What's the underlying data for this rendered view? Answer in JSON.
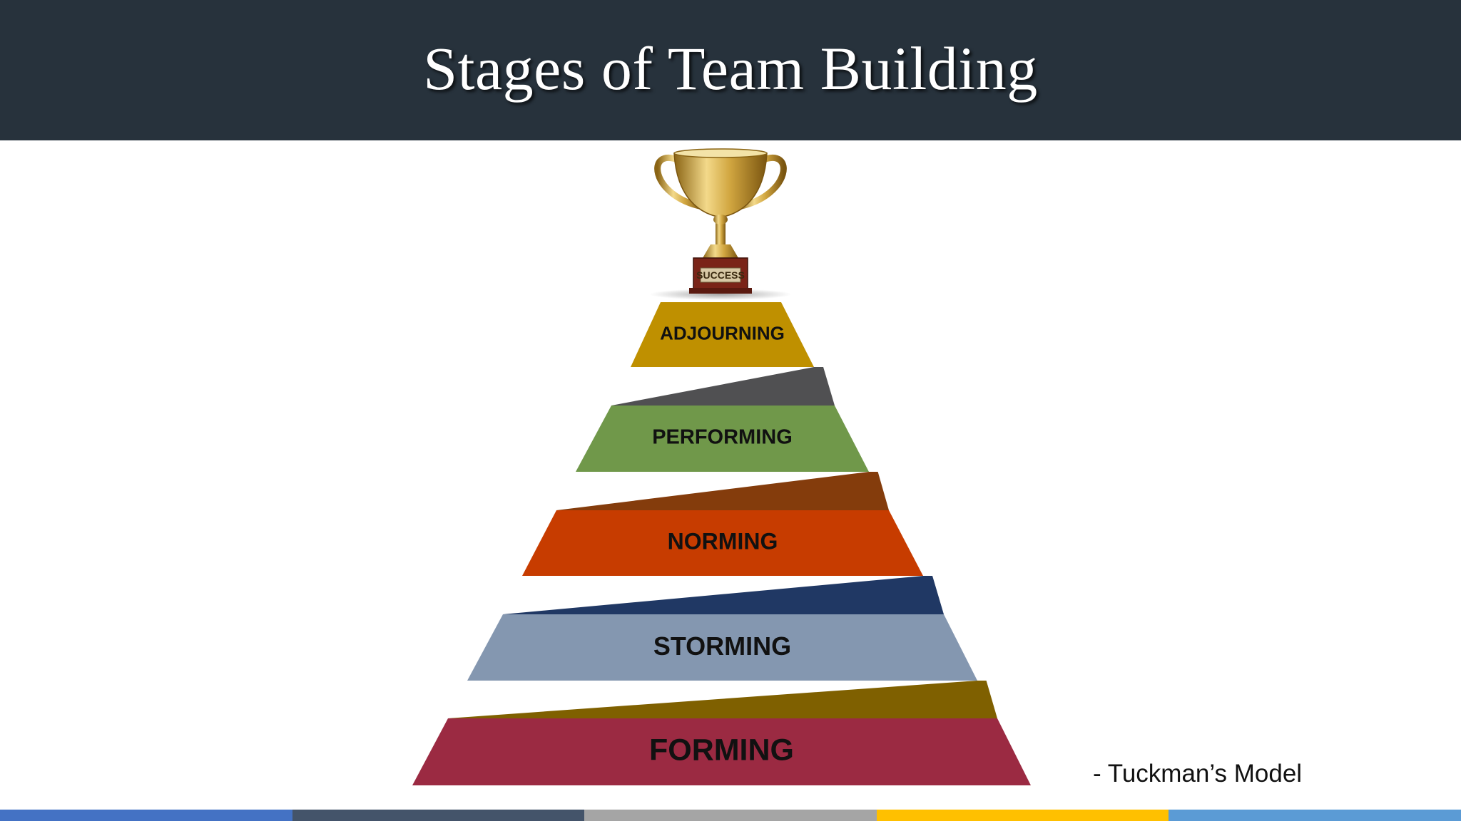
{
  "slide": {
    "title": "Stages of Team Building",
    "attribution": "- Tuckman’s Model",
    "header_color": "#27323c"
  },
  "trophy": {
    "plaque_text": "SUCCESS",
    "gold": "#c9a23a",
    "base_color": "#7a2418"
  },
  "pyramid": {
    "stages": [
      {
        "label": "ADJOURNING",
        "color": "#bf9000"
      },
      {
        "label": "PERFORMING",
        "color": "#70984a"
      },
      {
        "label": "NORMING",
        "color": "#c73c00"
      },
      {
        "label": "STORMING",
        "color": "#8497b0"
      },
      {
        "label": "FORMING",
        "color": "#9b2a42"
      }
    ],
    "connector_colors": [
      "#505052",
      "#843c0c",
      "#203864",
      "#7f6000"
    ]
  },
  "footer": {
    "colors": [
      "#4472c4",
      "#44546a",
      "#a5a5a5",
      "#ffc000",
      "#5b9bd5"
    ]
  }
}
